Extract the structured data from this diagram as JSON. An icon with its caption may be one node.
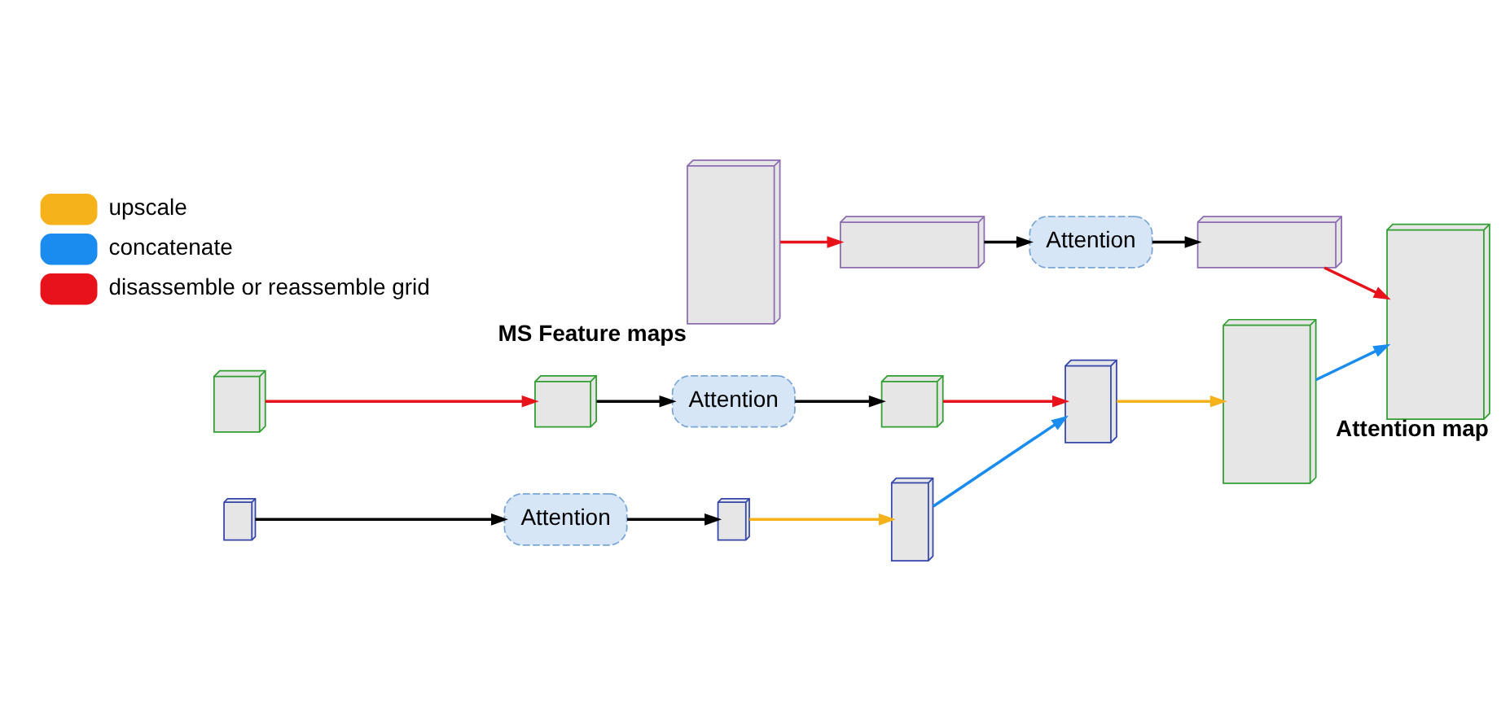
{
  "diagram": {
    "nodes": [
      {
        "text": [],
        "shape": "box",
        "beside": [
          "MS Feature maps"
        ]
      },
      {
        "text": [],
        "shape": "box"
      },
      {
        "text": [
          "Attention"
        ]
      },
      {
        "text": [],
        "shape": "box"
      },
      {
        "text": [],
        "shape": "box",
        "beside": [
          "Attention map"
        ]
      },
      {
        "text": [],
        "shape": "box"
      },
      {
        "text": [],
        "shape": "box"
      },
      {
        "text": [
          "Attention"
        ]
      },
      {
        "text": [],
        "shape": "box"
      },
      {
        "text": [],
        "shape": "box"
      },
      {
        "text": [],
        "shape": "box"
      },
      {
        "text": [],
        "shape": "box"
      },
      {
        "text": [
          "Attention"
        ]
      },
      {
        "text": [],
        "shape": "box"
      },
      {
        "text": [],
        "shape": "box"
      }
    ],
    "edges": [
      {
        "from": 0,
        "to": 1,
        "arrow": "to",
        "color": "#e8121a"
      },
      {
        "from": 1,
        "to": 2,
        "arrow": "to"
      },
      {
        "from": 2,
        "to": 3,
        "arrow": "to"
      },
      {
        "from": 3,
        "to": 4,
        "arrow": "to",
        "color": "#e8121a"
      },
      {
        "from": 5,
        "to": 6,
        "arrow": "to",
        "color": "#e8121a"
      },
      {
        "from": 6,
        "to": 7,
        "arrow": "to"
      },
      {
        "from": 7,
        "to": 8,
        "arrow": "to"
      },
      {
        "from": 8,
        "to": 9,
        "arrow": "to",
        "color": "#e8121a"
      },
      {
        "from": 9,
        "to": 10,
        "arrow": "to",
        "color": "#f5b21a"
      },
      {
        "from": 10,
        "to": 4,
        "arrow": "to",
        "color": "#1a8cf0"
      },
      {
        "from": 11,
        "to": 12,
        "arrow": "to"
      },
      {
        "from": 12,
        "to": 13,
        "arrow": "to"
      },
      {
        "from": 13,
        "to": 14,
        "arrow": "to",
        "color": "#f5b21a"
      },
      {
        "from": 14,
        "to": 9,
        "arrow": "to",
        "color": "#1a8cf0"
      }
    ],
    "legend": [
      {
        "text": "upscale",
        "color": "#f5b21a"
      },
      {
        "text": "concatenate",
        "color": "#1a8cf0"
      },
      {
        "text": "disassemble or reassemble grid",
        "color": "#e8121a"
      }
    ]
  }
}
